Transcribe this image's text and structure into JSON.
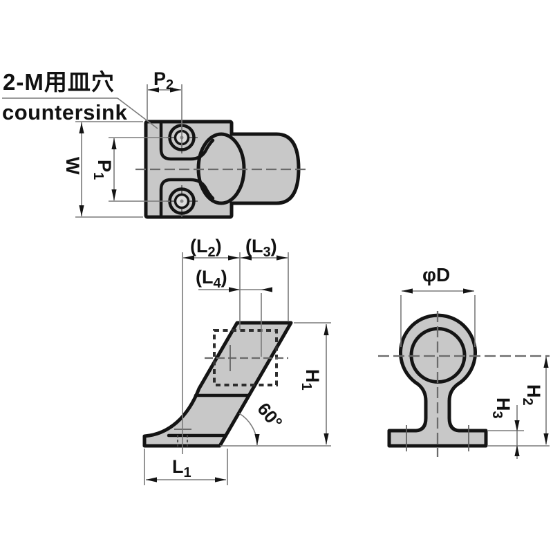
{
  "annotation": {
    "jp": "2-M用皿穴",
    "en": "countersink"
  },
  "labels": {
    "p2": {
      "base": "P",
      "sub": "2"
    },
    "w": {
      "base": "W"
    },
    "p1": {
      "base": "P",
      "sub": "1"
    },
    "l2": {
      "pre": "(L",
      "sub": "2",
      "post": ")"
    },
    "l3": {
      "pre": "(L",
      "sub": "3",
      "post": ")"
    },
    "l4": {
      "pre": "(L",
      "sub": "4",
      "post": ")"
    },
    "h1": {
      "base": "H",
      "sub": "1"
    },
    "l1": {
      "base": "L",
      "sub": "1"
    },
    "angle": "60°",
    "phi_d": "φD",
    "h2": {
      "base": "H",
      "sub": "2"
    },
    "h3": {
      "base": "H",
      "sub": "3"
    }
  },
  "colors": {
    "part_fill": "#c8c8c8",
    "outline": "#141414",
    "dimension_line": "#7a7a7a",
    "centerline": "#6a6a6a",
    "text": "#111111",
    "background": "#ffffff"
  }
}
